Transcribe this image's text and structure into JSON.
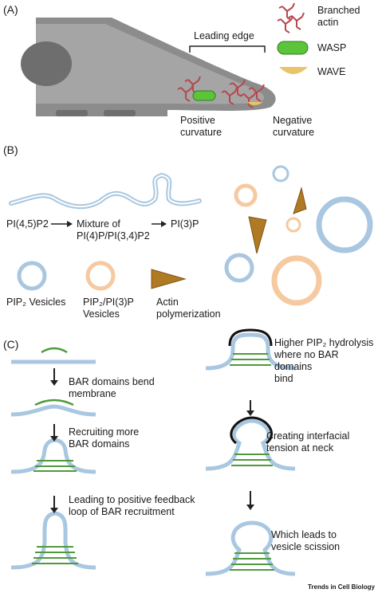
{
  "panels": {
    "a": "(A)",
    "b": "(B)",
    "c": "(C)"
  },
  "panel_a": {
    "legend": {
      "branched_actin": "Branched\nactin",
      "wasp": "WASP",
      "wave": "WAVE"
    },
    "leading_edge": "Leading edge",
    "positive_curvature": "Positive\ncurvature",
    "negative_curvature": "Negative\ncurvature"
  },
  "panel_b": {
    "pi45p2": "PI(4,5)P2",
    "mixture": "Mixture of\nPI(4)P/PI(3,4)P2",
    "pi3p": "PI(3)P",
    "pip2_vesicles": "PIP₂ Vesicles",
    "pip2_pi3p_vesicles": "PIP₂/PI(3)P\nVesicles",
    "actin_polymerization": "Actin\npolymerization"
  },
  "panel_c": {
    "step1": "BAR domains bend\nmembrane",
    "step2": "Recruiting more\nBAR domains",
    "step3": "Leading to positive feedback\nloop of BAR recruitment",
    "step4": "Higher PIP₂ hydrolysis\nwhere no BAR domains\nbind",
    "step5": "Creating interfacial\ntension at neck",
    "step6": "Which leads to\nvesicle scission"
  },
  "credit": "Trends in Cell Biology",
  "colors": {
    "membrane": "#a9c7e0",
    "bar": "#4e9a3c",
    "wasp": "#5cc43a",
    "wave": "#e8c46a",
    "actin": "#b8484e",
    "vesicle_orange": "#f6c9a0",
    "triangle": "#b07a24",
    "cell": "#8c8c8c"
  }
}
